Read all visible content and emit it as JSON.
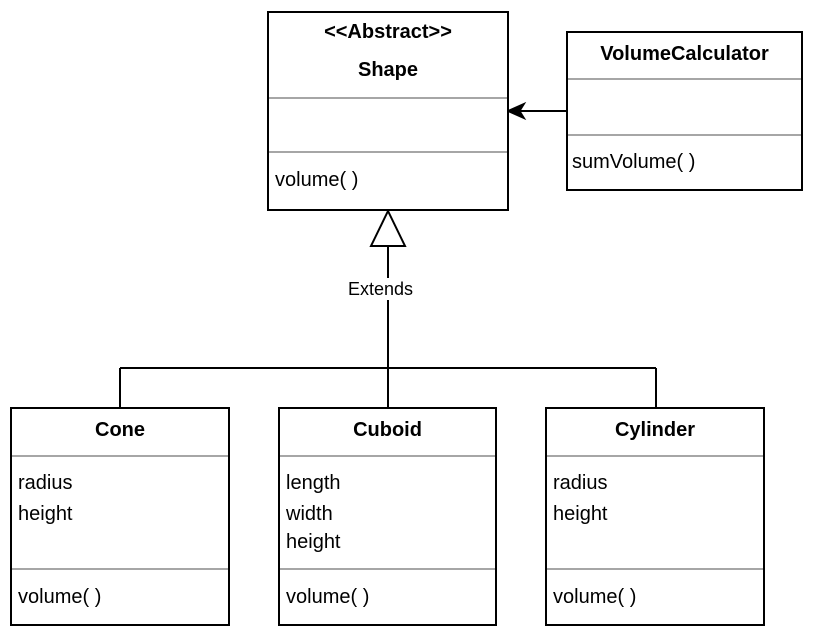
{
  "classes": {
    "shape": {
      "stereotype": "<<Abstract>>",
      "name": "Shape",
      "attributes": [],
      "methods": [
        "volume( )"
      ]
    },
    "volume_calculator": {
      "name": "VolumeCalculator",
      "attributes": [],
      "methods": [
        "sumVolume( )"
      ]
    },
    "cone": {
      "name": "Cone",
      "attributes": [
        "radius",
        "height"
      ],
      "methods": [
        "volume( )"
      ]
    },
    "cuboid": {
      "name": "Cuboid",
      "attributes": [
        "length",
        "width",
        "height"
      ],
      "methods": [
        "volume( )"
      ]
    },
    "cylinder": {
      "name": "Cylinder",
      "attributes": [
        "radius",
        "height"
      ],
      "methods": [
        "volume( )"
      ]
    }
  },
  "relations": {
    "inheritance_label": "Extends"
  }
}
